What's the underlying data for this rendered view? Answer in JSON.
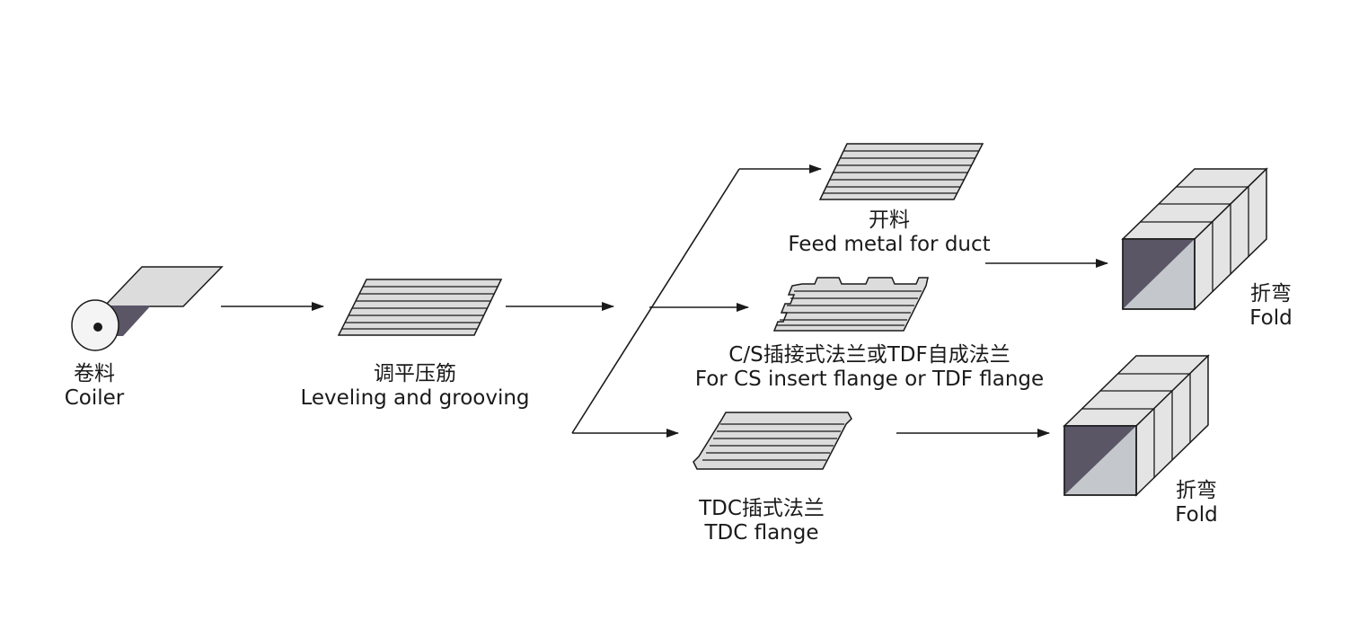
{
  "colors": {
    "line": "#1a1a1a",
    "sheet_fill": "#dcdcdc",
    "duct_light": "#e4e4e4",
    "duct_dark": "#5a5666",
    "duct_inner": "#c4c8cc"
  },
  "steps": {
    "coiler": {
      "zh": "卷料",
      "en": "Coiler"
    },
    "leveling": {
      "zh": "调平压筋",
      "en": "Leveling and grooving"
    },
    "feed": {
      "zh": "开料",
      "en": "Feed metal for duct"
    },
    "cs_flange": {
      "zh": "C/S插接式法兰或TDF自成法兰",
      "en": "For CS insert flange or TDF flange"
    },
    "tdc_flange": {
      "zh": "TDC插式法兰",
      "en": "TDC flange"
    },
    "fold_top": {
      "zh": "折弯",
      "en": "Fold"
    },
    "fold_bottom": {
      "zh": "折弯",
      "en": "Fold"
    }
  }
}
